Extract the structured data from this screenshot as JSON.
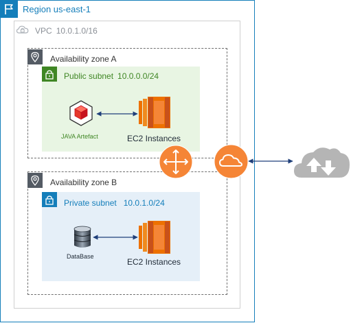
{
  "region": {
    "label": "Region us-east-1"
  },
  "vpc": {
    "label": "VPC",
    "cidr": "10.0.1.0/16"
  },
  "az_a": {
    "label": "Availability zone A"
  },
  "az_b": {
    "label": "Availability zone B"
  },
  "public_subnet": {
    "label": "Public subnet",
    "cidr": "10.0.0.0/24",
    "app_label": "JAVA Artefact",
    "ec2_label": "EC2 Instances"
  },
  "private_subnet": {
    "label": "Private subnet",
    "cidr": "10.0.1.0/24",
    "db_label": "DataBase",
    "ec2_label": "EC2 Instances"
  },
  "colors": {
    "region_blue": "#147eba",
    "subnet_green": "#3f8624",
    "ec2_orange": "#ed7100",
    "cloud_gray": "#b5b5b5"
  },
  "icons": {
    "region": "flag-icon",
    "vpc": "cloud-lock-icon",
    "az": "location-pin-icon",
    "subnet": "padlock-icon",
    "router": "router-icon",
    "gateway": "internet-gateway-icon",
    "internet": "internet-cloud-icon"
  }
}
